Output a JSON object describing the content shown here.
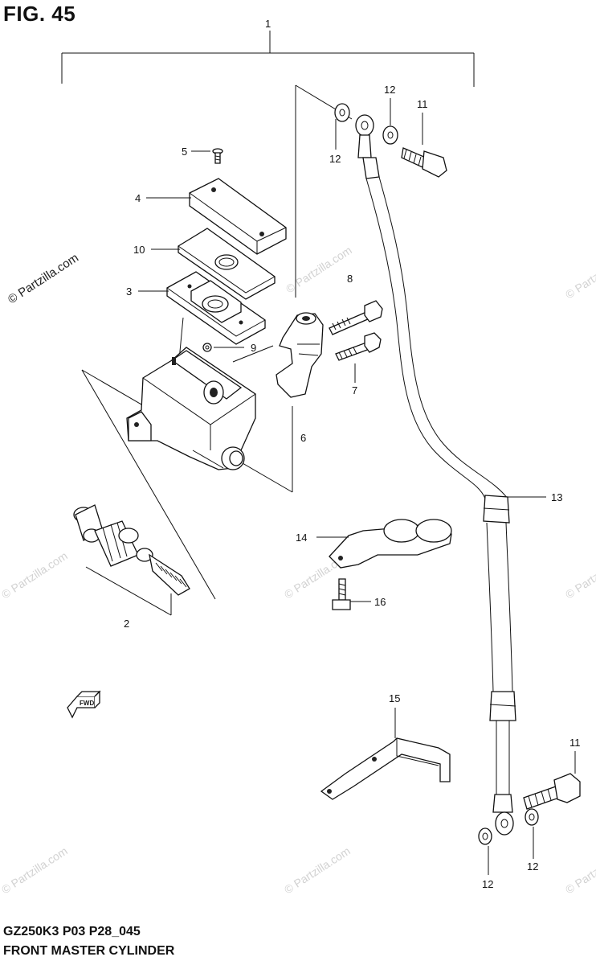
{
  "figure": {
    "title": "FIG. 45",
    "code": "GZ250K3 P03 P28_045",
    "name": "FRONT MASTER CYLINDER"
  },
  "watermark": {
    "text": "© Partzilla.com",
    "color_light": "#d2d2d2",
    "color_dark": "#222222"
  },
  "callouts": [
    "1",
    "2",
    "3",
    "4",
    "5",
    "6",
    "7",
    "8",
    "9",
    "10",
    "11",
    "11",
    "12",
    "12",
    "12",
    "12",
    "13",
    "14",
    "15",
    "16"
  ],
  "fwd_label": "FWD",
  "icons": [
    "fwd-arrow-icon"
  ]
}
